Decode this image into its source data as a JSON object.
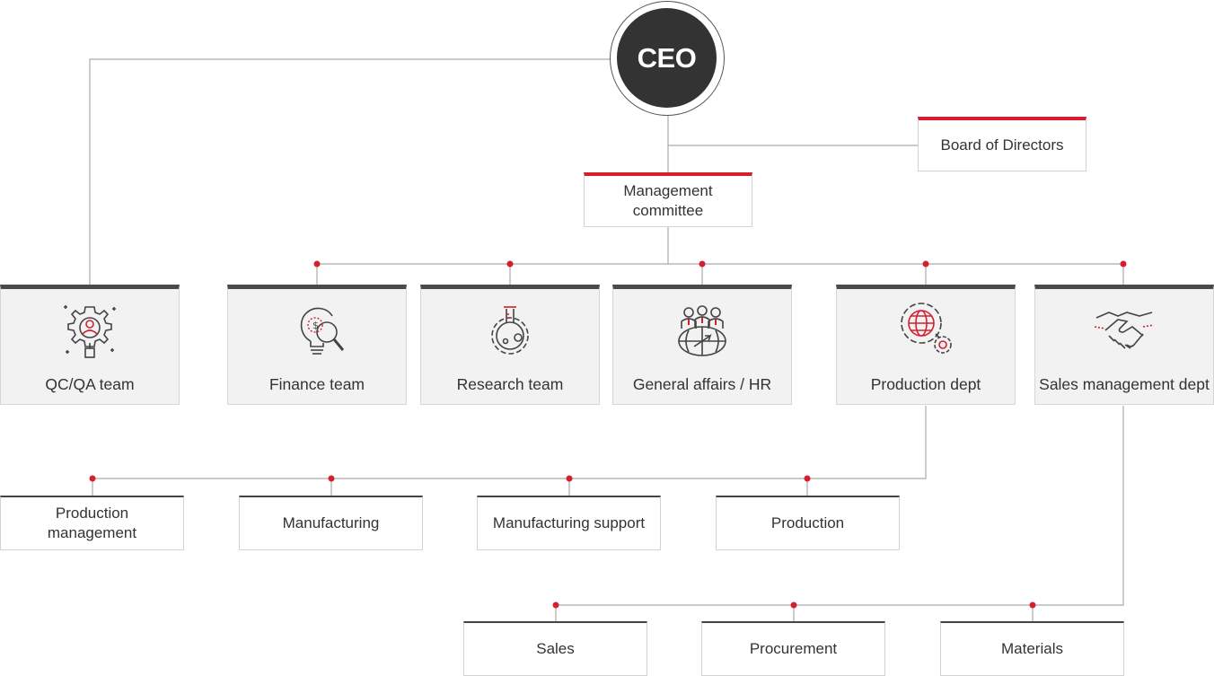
{
  "ceo": {
    "label": "CEO"
  },
  "board": {
    "label": "Board of Directors"
  },
  "committee": {
    "line1": "Management",
    "line2": "committee"
  },
  "teams": [
    {
      "label": "QC/QA team",
      "icon": "gear-person-icon"
    },
    {
      "label": "Finance team",
      "icon": "bulb-magnifier-icon"
    },
    {
      "label": "Research team",
      "icon": "gear-flask-icon"
    },
    {
      "label": "General affairs / HR",
      "icon": "people-globe-icon"
    },
    {
      "label": "Production dept",
      "icon": "globe-gears-icon"
    },
    {
      "label": "Sales management dept",
      "icon": "handshake-icon"
    }
  ],
  "production_units": [
    {
      "line1": "Production",
      "line2": "management"
    },
    {
      "line1": "Manufacturing"
    },
    {
      "line1": "Manufacturing support"
    },
    {
      "line1": "Production"
    }
  ],
  "sales_units": [
    {
      "label": "Sales"
    },
    {
      "label": "Procurement"
    },
    {
      "label": "Materials"
    }
  ],
  "colors": {
    "accent": "#d51f2e",
    "dark": "#333333",
    "line": "#aaaaaa",
    "team_bg": "#f2f2f2"
  }
}
